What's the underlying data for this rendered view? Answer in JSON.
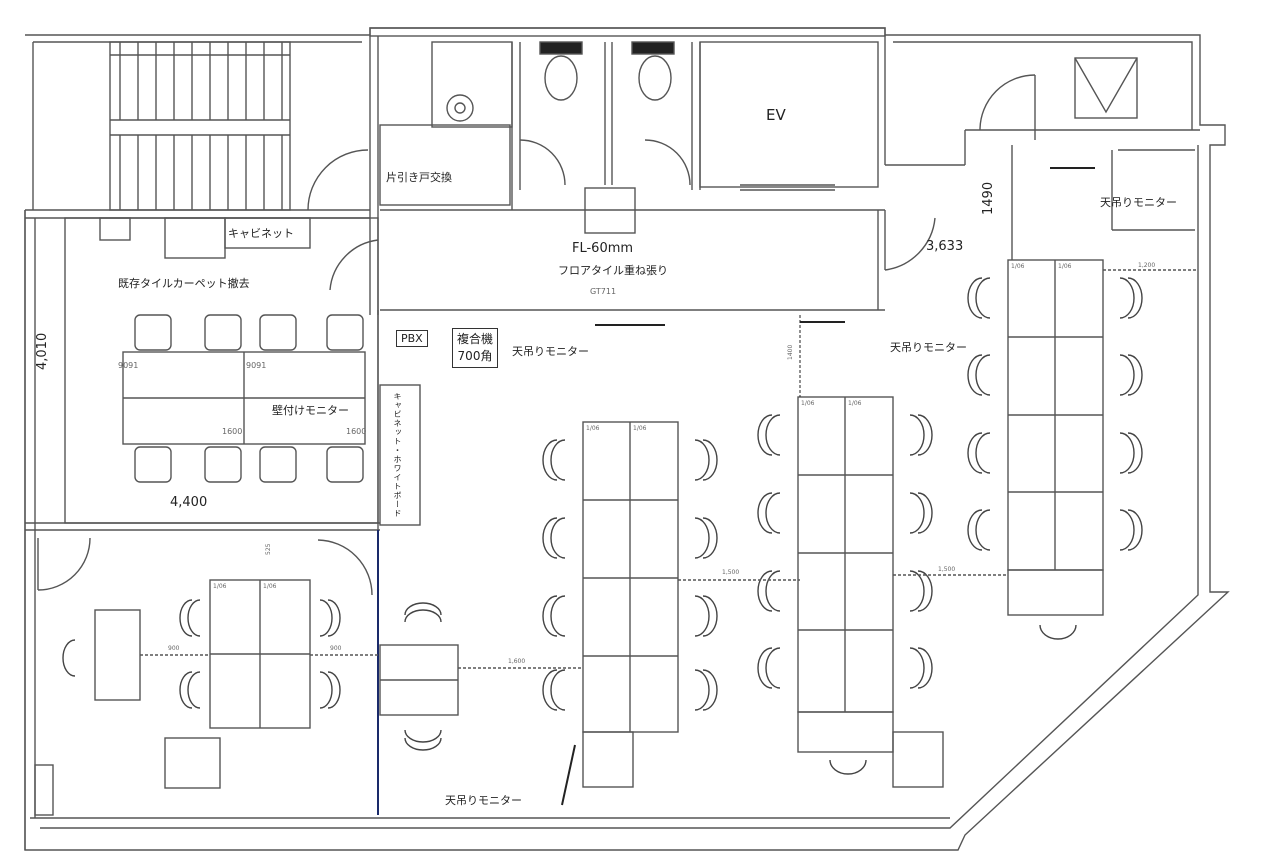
{
  "labels": {
    "ev": "EV",
    "sliding_door": "片引き戸交換",
    "cabinet": "キャビネット",
    "fl_height": "FL-60mm",
    "floor_tile": "フロアタイル重ね張り",
    "floor_tile_code": "GT711",
    "carpet_removal": "既存タイルカーペット撤去",
    "pbx": "PBX",
    "copier_line1": "複合機",
    "copier_line2": "700角",
    "ceiling_monitor": "天吊りモニター",
    "wall_monitor": "壁付けモニター",
    "vertical_label": "キャビネット・ホワイトボード"
  },
  "dimensions": {
    "d_4010": "4,010",
    "d_4400": "4,400",
    "d_1490": "1490",
    "d_3633": "3,633",
    "d_1200": "1,200",
    "d_1500a": "1,500",
    "d_1500b": "1,500",
    "d_1600a": "1,600",
    "d_1600_mtg1": "1600",
    "d_1600_mtg2": "1600",
    "d_9091a": "9091",
    "d_9091b": "9091",
    "d_900a": "900",
    "d_900b": "900",
    "d_525": "525",
    "d_1400": "1400"
  },
  "desk_tag": "1/06"
}
